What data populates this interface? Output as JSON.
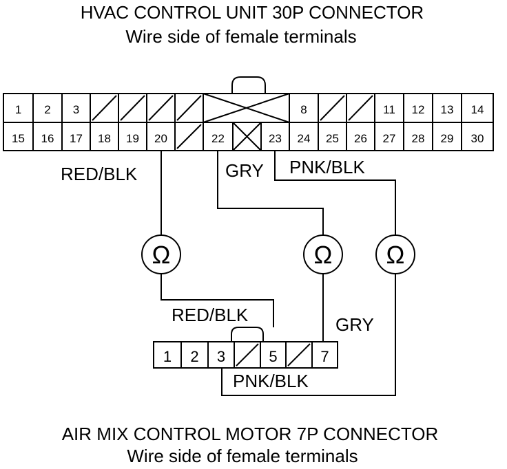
{
  "header": {
    "title": "HVAC CONTROL UNIT 30P CONNECTOR",
    "subtitle": "Wire side of female terminals"
  },
  "footer": {
    "title": "AIR MIX CONTROL MOTOR 7P CONNECTOR",
    "subtitle": "Wire side of female terminals"
  },
  "hvac_connector": {
    "row1": [
      "1",
      "2",
      "3",
      "",
      "",
      "",
      "",
      "",
      "",
      "8",
      "",
      "",
      "11",
      "12",
      "13",
      "14"
    ],
    "row2": [
      "15",
      "16",
      "17",
      "18",
      "19",
      "20",
      "",
      "22",
      "",
      "23",
      "24",
      "25",
      "26",
      "27",
      "28",
      "29",
      "30"
    ]
  },
  "motor_connector": {
    "pins": [
      "1",
      "2",
      "3",
      "",
      "5",
      "",
      "7"
    ]
  },
  "wire_labels": {
    "red_blk_top": "RED/BLK",
    "gry_top": "GRY",
    "pnk_blk_top": "PNK/BLK",
    "red_blk_bottom": "RED/BLK",
    "gry_bottom": "GRY",
    "pnk_blk_bottom": "PNK/BLK"
  },
  "meters": {
    "symbol": "Ω"
  }
}
